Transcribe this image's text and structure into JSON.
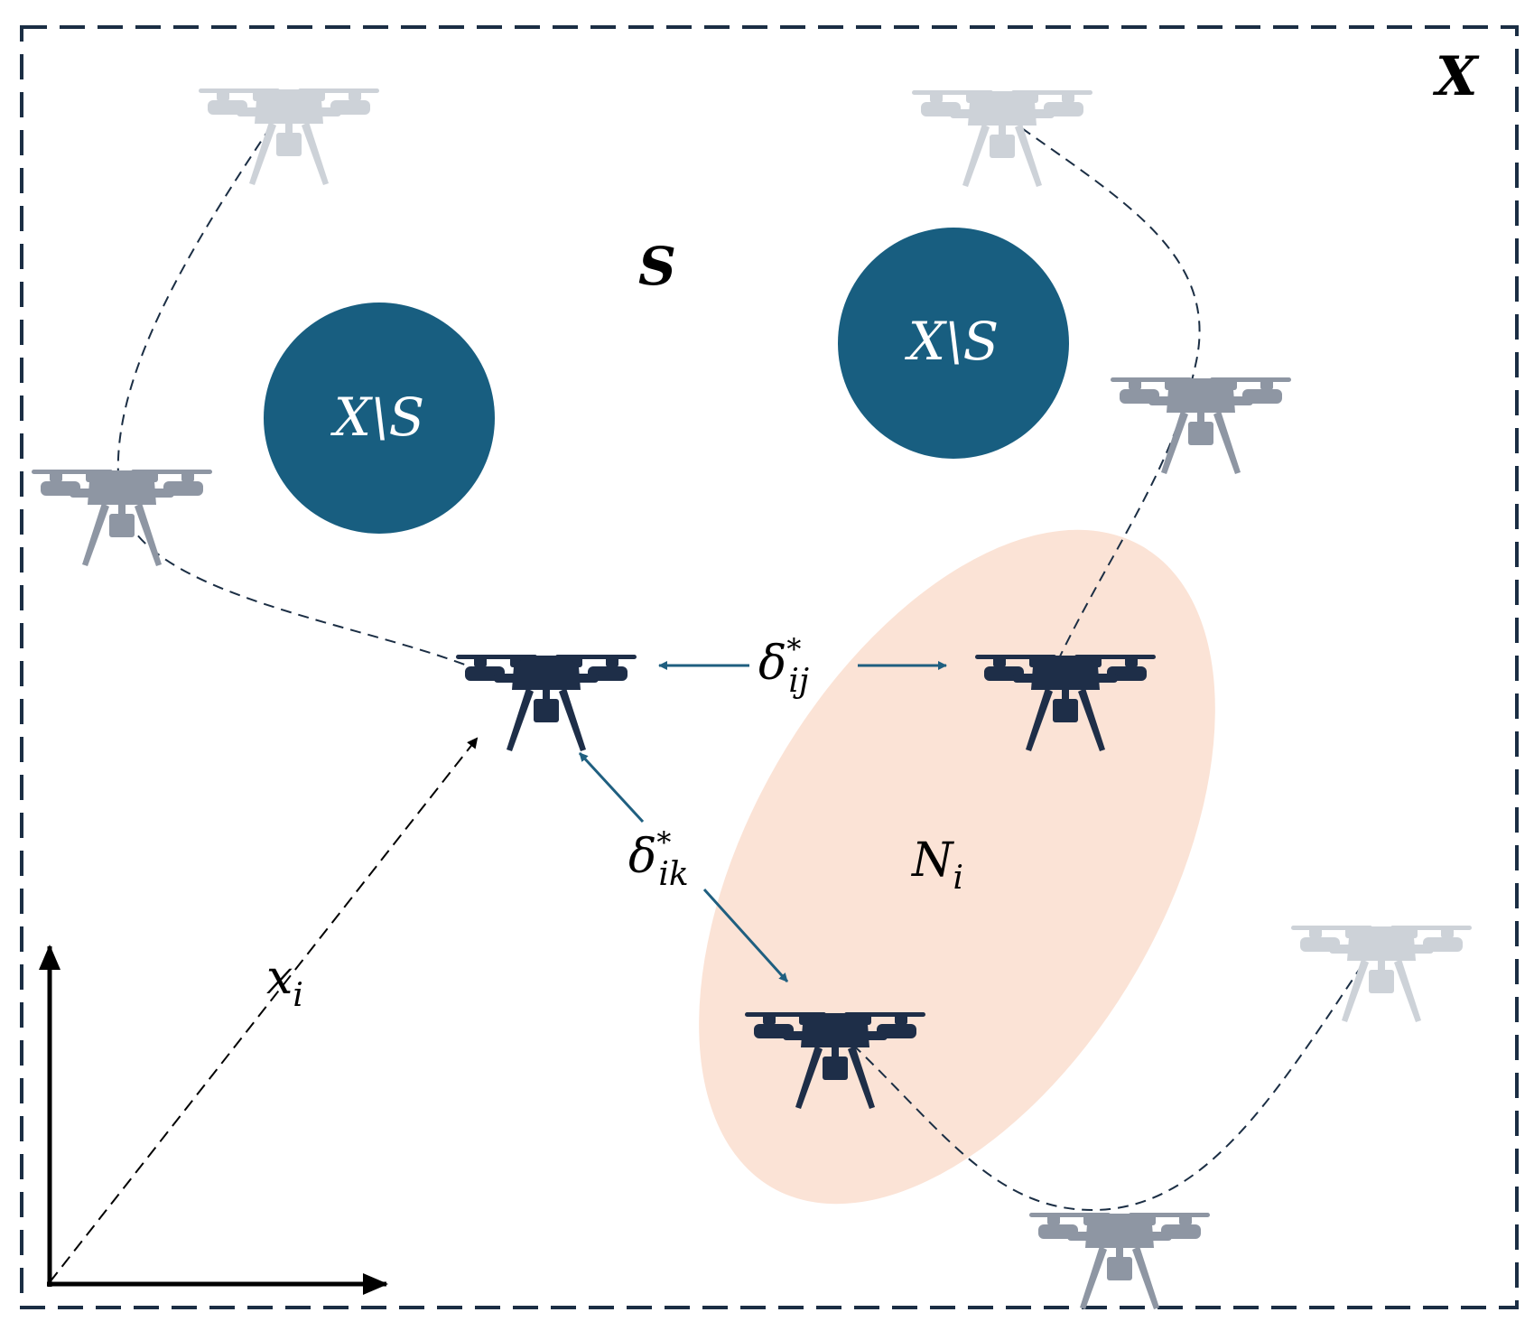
{
  "colors": {
    "border": "#1b2e44",
    "obstacle": "#185e80",
    "obstacle_text": "#ffffff",
    "neighborhood": "#fbe3d6",
    "drone_active": "#1e2e48",
    "drone_mid": "#8e96a3",
    "drone_light": "#cdd2d8",
    "distance_arrow": "#1f5f80",
    "path": "#1b2e44",
    "axes": "#000000"
  },
  "labels": {
    "workspace": "X",
    "safe_set": "S",
    "obstacle_left": "X\\S",
    "obstacle_right": "X\\S",
    "neighborhood": {
      "base": "N",
      "sub": "i"
    },
    "position": {
      "base": "x",
      "sub": "i"
    },
    "delta_ij": {
      "base": "δ",
      "sup": "*",
      "sub": "ij"
    },
    "delta_ik": {
      "base": "δ",
      "sup": "*",
      "sub": "ik"
    }
  },
  "icons": {
    "drone": "quadcopter-drone-icon"
  }
}
